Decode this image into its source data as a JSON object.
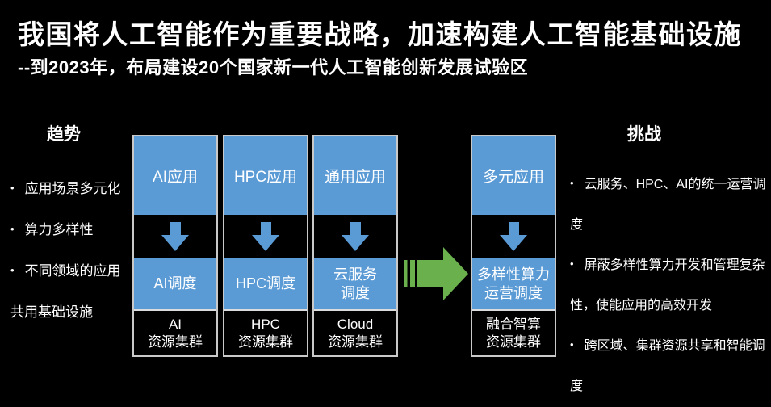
{
  "slide": {
    "title": "我国将人工智能作为重要战略，加速构建人工智能基础设施",
    "subtitle": "--到2023年，布局建设20个国家新一代人工智能创新发展试验区"
  },
  "trends": {
    "heading": "趋势",
    "bullets": [
      "应用场景多元化",
      "算力多样性",
      "不同领域的应用共用基础设施"
    ]
  },
  "challenges": {
    "heading": "挑战",
    "bullets": [
      "云服务、HPC、AI的统一运营调度",
      "屏蔽多样性算力开发和管理复杂性，使能应用的高效开发",
      "跨区域、集群资源共享和智能调度"
    ]
  },
  "columns": [
    {
      "app": "AI应用",
      "scheduler": "AI调度",
      "cluster": "AI\n资源集群"
    },
    {
      "app": "HPC应用",
      "scheduler": "HPC调度",
      "cluster": "HPC\n资源集群"
    },
    {
      "app": "通用应用",
      "scheduler": "云服务\n调度",
      "cluster": "Cloud\n资源集群"
    },
    {
      "app": "多元应用",
      "scheduler": "多样性算力\n运营调度",
      "cluster": "融合智算\n资源集群"
    }
  ],
  "colors": {
    "background": "#000000",
    "box_blue": "#5B9BD5",
    "down_arrow_blue": "#5B9BD5",
    "flow_arrow_green": "#6AB04C",
    "column_border": "#C9C9C9",
    "text": "#FFFFFF"
  }
}
